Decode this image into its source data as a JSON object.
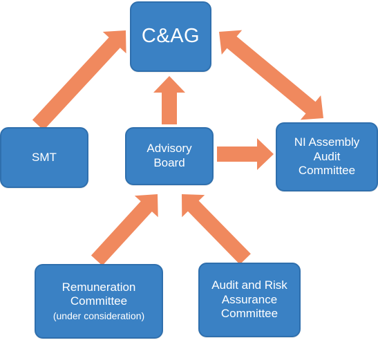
{
  "diagram": {
    "arrow_color": "#f0895e",
    "box_color": "#3a81c4",
    "nodes": {
      "cag": {
        "lines": [
          "C&AG"
        ]
      },
      "smt": {
        "lines": [
          "SMT"
        ]
      },
      "advisory": {
        "lines": [
          "Advisory",
          "Board"
        ]
      },
      "ni": {
        "lines": [
          "NI Assembly",
          "Audit",
          "Committee"
        ]
      },
      "remuneration": {
        "lines": [
          "Remuneration",
          "Committee"
        ],
        "note": "(under consideration)"
      },
      "arac": {
        "lines": [
          "Audit and Risk",
          "Assurance",
          "Committee"
        ]
      }
    },
    "edges": [
      {
        "from": "smt",
        "to": "cag",
        "bidirectional": false
      },
      {
        "from": "advisory",
        "to": "cag",
        "bidirectional": false
      },
      {
        "from": "ni",
        "to": "cag",
        "bidirectional": true
      },
      {
        "from": "advisory",
        "to": "ni",
        "bidirectional": false
      },
      {
        "from": "remuneration",
        "to": "advisory",
        "bidirectional": false
      },
      {
        "from": "arac",
        "to": "advisory",
        "bidirectional": false
      }
    ]
  }
}
